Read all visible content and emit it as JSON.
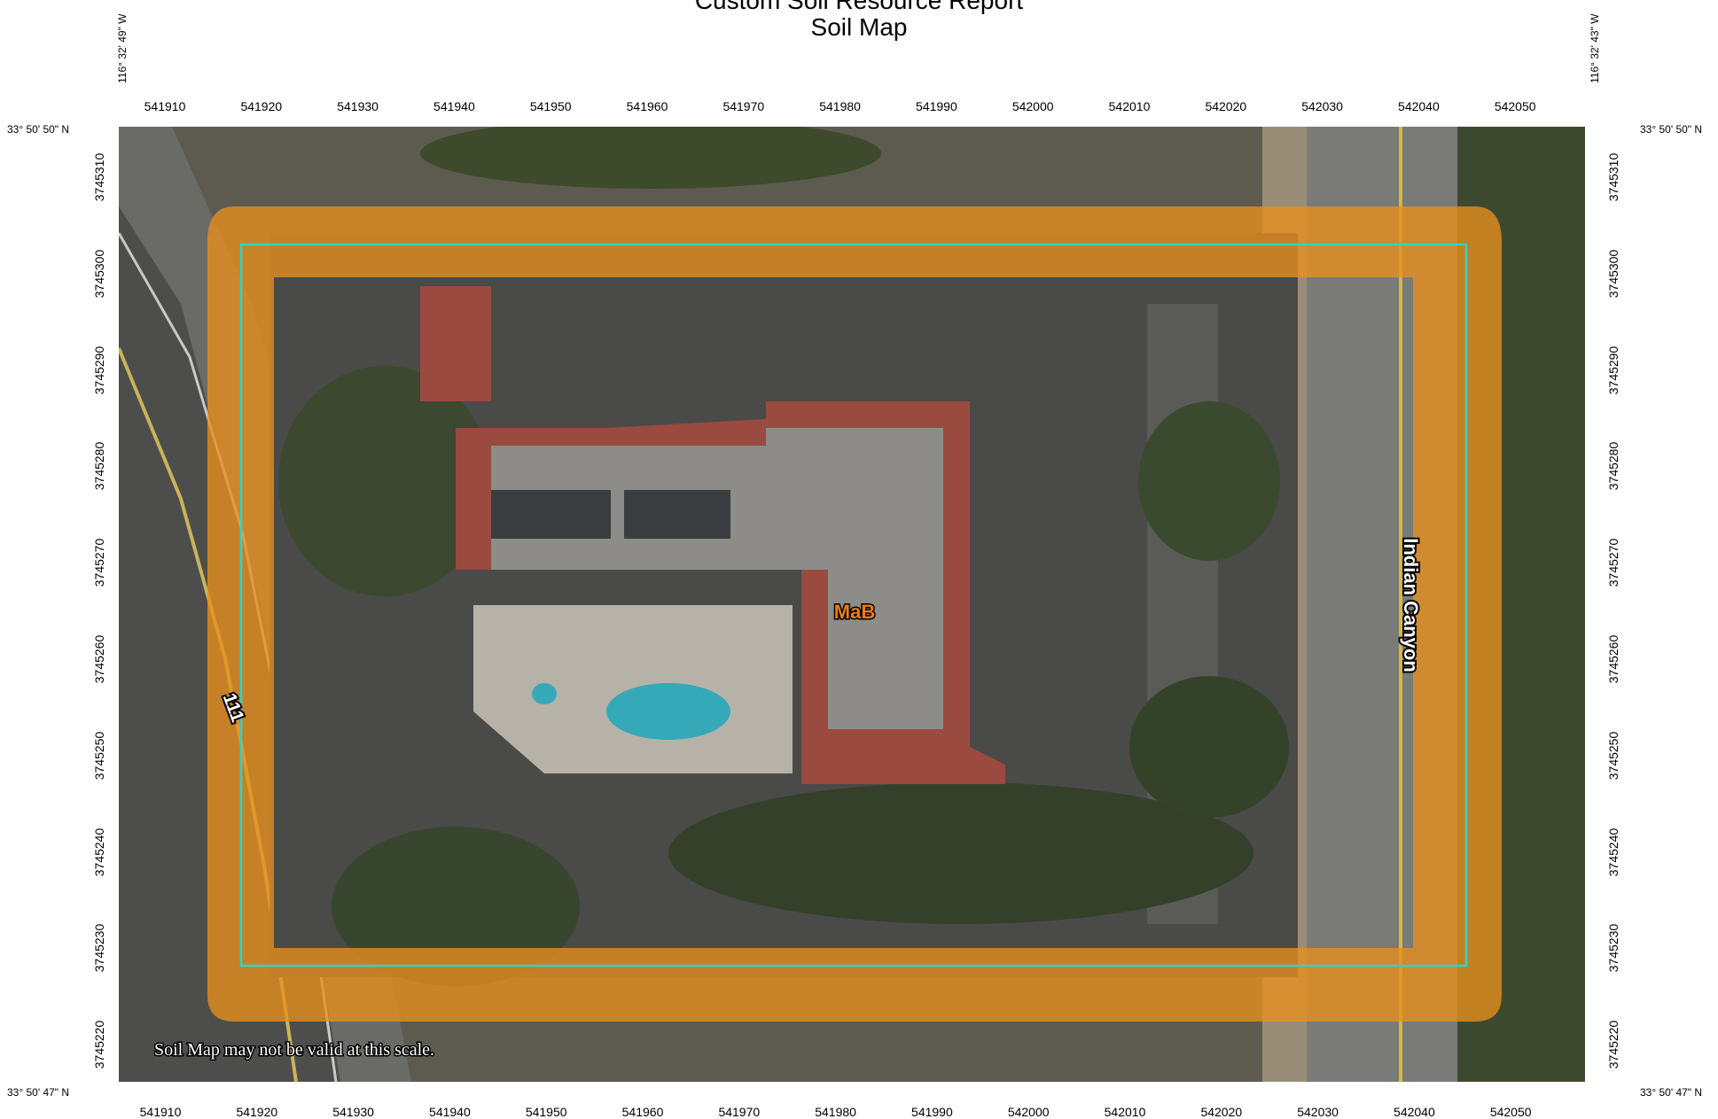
{
  "header": {
    "title_line1": "Custom Soil Resource Report",
    "title_line2": "Soil Map"
  },
  "coords": {
    "lon_left": "116° 32' 49\" W",
    "lon_right": "116° 32' 43\" W",
    "lat_top_left": "33° 50' 50\" N",
    "lat_top_right": "33° 50' 50\" N",
    "lat_bottom_left": "33° 50' 47\" N",
    "lat_bottom_right": "33° 50' 47\" N"
  },
  "eastings_top": [
    "541910",
    "541920",
    "541930",
    "541940",
    "541950",
    "541960",
    "541970",
    "541980",
    "541990",
    "542000",
    "542010",
    "542020",
    "542030",
    "542040",
    "542050"
  ],
  "eastings_bottom": [
    "541910",
    "541920",
    "541930",
    "541940",
    "541950",
    "541960",
    "541970",
    "541980",
    "541990",
    "542000",
    "542010",
    "542020",
    "542030",
    "542040",
    "542050"
  ],
  "northings_left": [
    "3745310",
    "3745300",
    "3745290",
    "3745280",
    "3745270",
    "3745260",
    "3745250",
    "3745240",
    "3745230",
    "3745220"
  ],
  "northings_right": [
    "3745310",
    "3745300",
    "3745290",
    "3745280",
    "3745270",
    "3745260",
    "3745250",
    "3745240",
    "3745230",
    "3745220"
  ],
  "map": {
    "soil_unit_label": "MaB",
    "road_label_highway": "111",
    "road_label_street": "Indian Canyon",
    "scale_warning": "Soil Map may not be valid at this scale.",
    "colors": {
      "aoi_boundary": "#2fd3c8",
      "soil_polygon": "#e8901e",
      "soil_label": "#f07d0a",
      "imagery_base": "#5f5c50"
    }
  }
}
